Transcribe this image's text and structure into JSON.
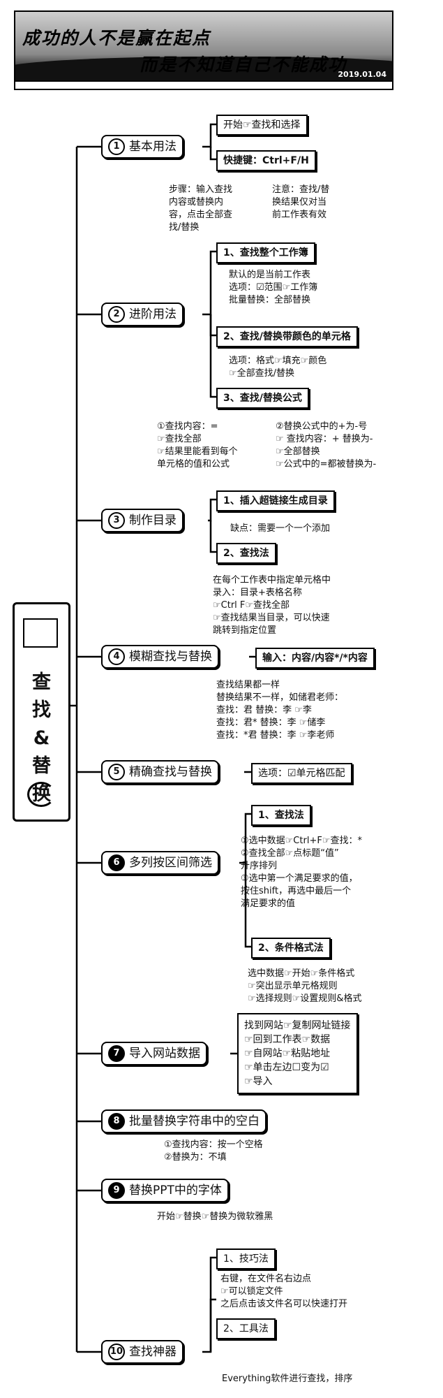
{
  "banner": {
    "line1": "成功的人不是赢在起点",
    "line2": "而是不知道自己不能成功",
    "date": "2019.01.04"
  },
  "center": {
    "title_lines": [
      "查",
      "找",
      "&",
      "替",
      "换"
    ]
  },
  "branches": [
    {
      "num": "1",
      "label": "基本用法"
    },
    {
      "num": "2",
      "label": "进阶用法"
    },
    {
      "num": "3",
      "label": "制作目录"
    },
    {
      "num": "4",
      "label": "模糊查找与替换"
    },
    {
      "num": "5",
      "label": "精确查找与替换"
    },
    {
      "num": "6",
      "label": "多列按区间筛选"
    },
    {
      "num": "7",
      "label": "导入网站数据"
    },
    {
      "num": "8",
      "label": "批量替换字符串中的空白"
    },
    {
      "num": "9",
      "label": "替换PPT中的字体"
    },
    {
      "num": "10",
      "label": "查找神器"
    }
  ],
  "b1": {
    "box1": "开始☞查找和选择",
    "box2": "快捷键：Ctrl+F/H",
    "left": [
      "步骤：输入查找",
      "内容或替换内",
      "容，点击全部查",
      "找/替换"
    ],
    "right": [
      "注意：查找/替",
      "换结果仅对当",
      "前工作表有效"
    ]
  },
  "b2": {
    "sub1": "1、查找整个工作簿",
    "sub1_lines": [
      "默认的是当前工作表",
      "选项：☑范围☞工作簿",
      "批量替换：全部替换"
    ],
    "sub2": "2、查找/替换带颜色的单元格",
    "sub2_lines": [
      "选项：格式☞填充☞颜色",
      "☞全部查找/替换"
    ],
    "sub3": "3、查找/替换公式",
    "left": [
      "①查找内容：=",
      "☞查找全部",
      "☞结果里能看到每个",
      "单元格的值和公式"
    ],
    "right": [
      "②替换公式中的+为-号",
      "☞ 查找内容：+  替换为-",
      "☞全部替换",
      "☞公式中的=都被替换为-"
    ]
  },
  "b3": {
    "sub1": "1、插入超链接生成目录",
    "note": "缺点：需要一个一个添加",
    "sub2": "2、查找法",
    "lines": [
      "在每个工作表中指定单元格中",
      "录入：目录+表格名称",
      "☞Ctrl F☞查找全部",
      "☞查找结果当目录，可以快速",
      "跳转到指定位置"
    ]
  },
  "b4": {
    "box": "输入：内容/内容*/*内容",
    "lines": [
      "查找结果都一样",
      "替换结果不一样，如储君老师：",
      "查找：君   替换：李  ☞李",
      "查找：君*  替换：李  ☞储李",
      "查找：*君  替换：李  ☞李老师"
    ]
  },
  "b5": {
    "box": "选项：☑单元格匹配"
  },
  "b6": {
    "sub1": "1、查找法",
    "lines": [
      "①选中数据☞Ctrl+F☞查找：*",
      "②查找全部☞点标题“值”",
      "升序排列",
      "③选中第一个满足要求的值，",
      "按住shift，再选中最后一个",
      "满足要求的值"
    ],
    "sub2": "2、条件格式法",
    "lines2": [
      "选中数据☞开始☞条件格式",
      "☞突出显示单元格规则",
      "☞选择规则☞设置规则&格式"
    ]
  },
  "b7": {
    "lines": [
      "找到网站☞复制网址链接",
      "☞回到工作表☞数据",
      "☞自网站☞粘贴地址",
      "☞单击左边☐变为☑",
      "☞导入"
    ]
  },
  "b8": {
    "lines": [
      "①查找内容：按一个空格",
      "②替换为：不填"
    ]
  },
  "b9": {
    "line": "开始☞替换☞替换为微软雅黑"
  },
  "b10": {
    "sub1": "1、技巧法",
    "lines": [
      "右键，在文件名右边点",
      "☞可以锁定文件",
      "之后点击该文件名可以快速打开"
    ],
    "sub2": "2、工具法",
    "line2": "Everything软件进行查找，排序"
  },
  "colors": {
    "ink": "#000000",
    "paper": "#ffffff"
  }
}
